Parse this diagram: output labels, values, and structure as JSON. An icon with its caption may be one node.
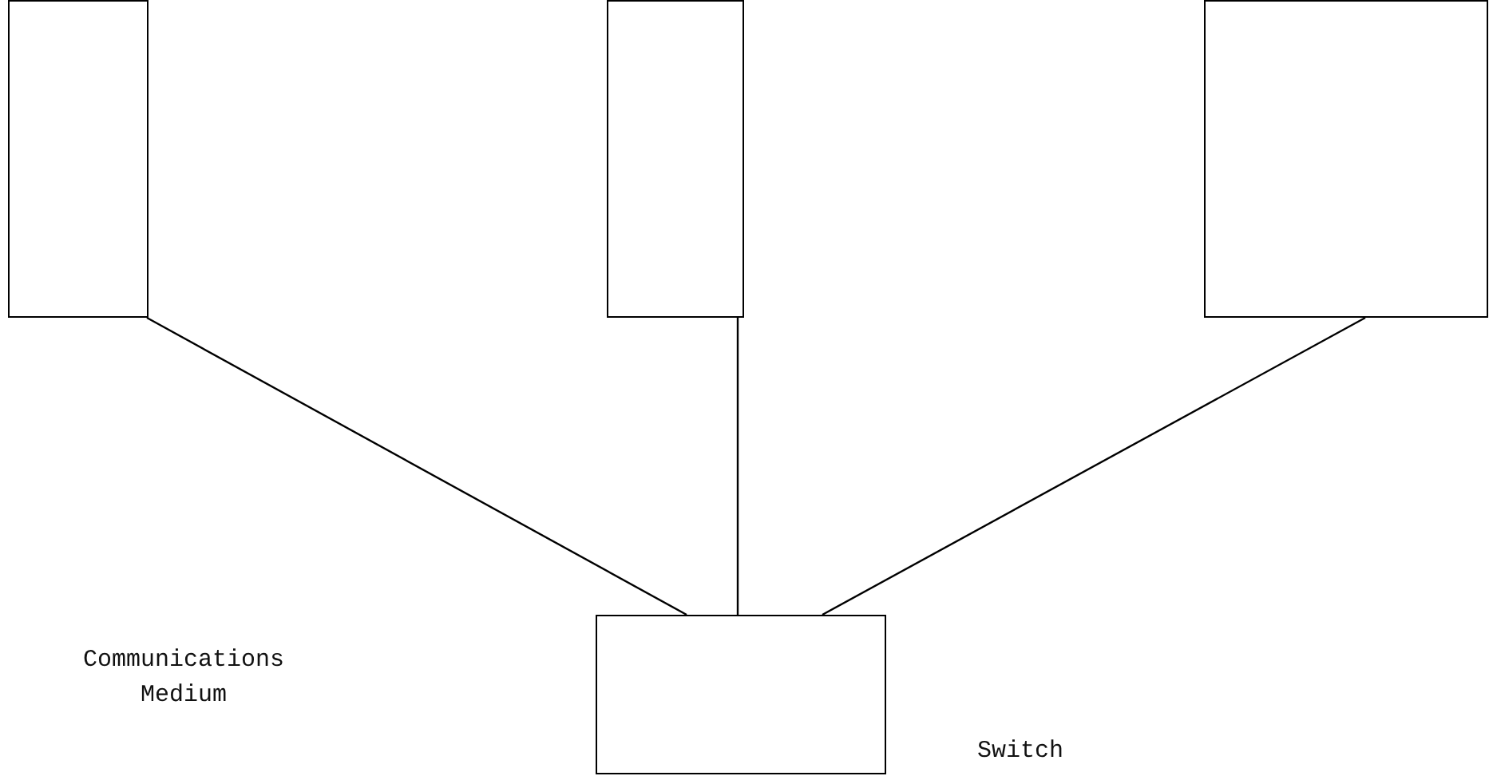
{
  "diagram": {
    "nodes": [
      {
        "text": [],
        "shape": "box"
      },
      {
        "text": [],
        "shape": "box"
      },
      {
        "text": [],
        "shape": "box"
      },
      {
        "text": [],
        "shape": "box",
        "beside": [
          "Switch"
        ]
      }
    ],
    "edges": [
      {
        "from": 0,
        "to": 3,
        "arrow": "none"
      },
      {
        "from": 1,
        "to": 3,
        "arrow": "none"
      },
      {
        "from": 2,
        "to": 3,
        "arrow": "none"
      }
    ],
    "labels": [
      "Communications Medium"
    ]
  }
}
